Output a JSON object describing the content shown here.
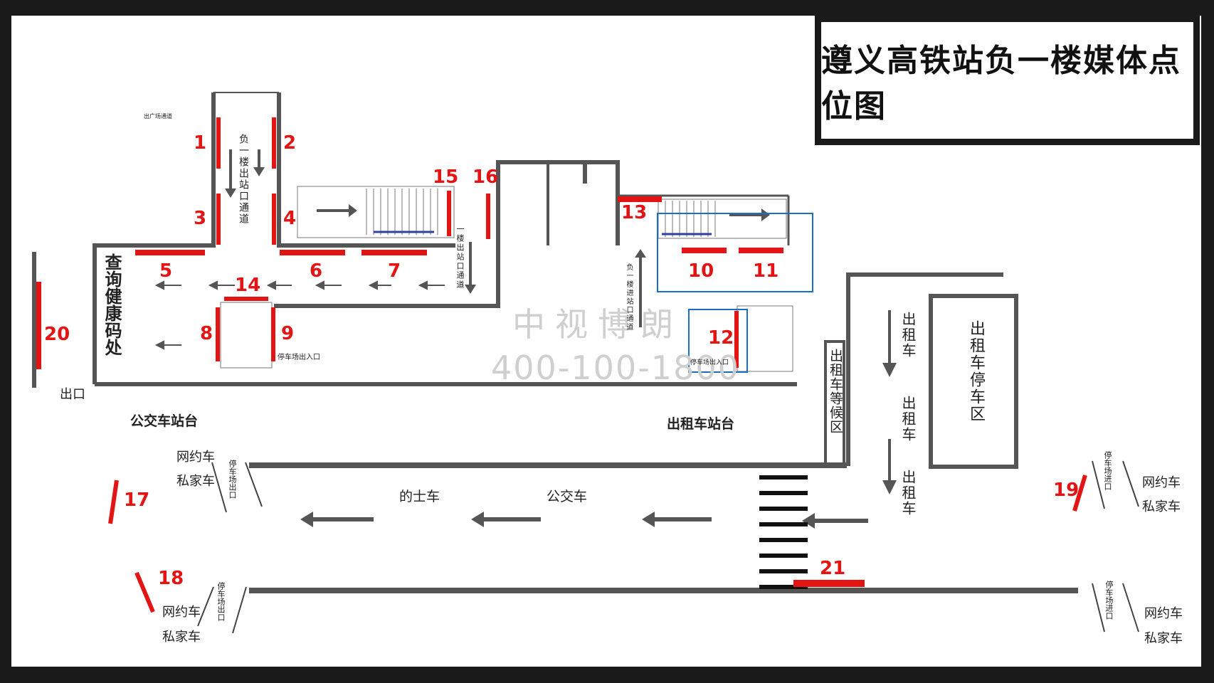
{
  "title": "遵义高铁站负一楼媒体点位图",
  "watermark": {
    "line1": "中视博朗",
    "line2": "400-100-1800"
  },
  "labels": {
    "exit_channel": "负一楼出站口通道",
    "exit_channel_1f": "一楼出站口通道",
    "entry_channel": "负一楼进站口通道",
    "health_code": "查询健康码处",
    "exit": "出口",
    "bus_platform": "公交车站台",
    "taxi_platform": "出租车站台",
    "taxi_wait": "出租车等候区",
    "taxi_parking": "出租车停车区",
    "taxi_1": "出租车",
    "taxi_2": "出租车",
    "taxi_3": "出租车",
    "parking_entry_9": "停车场出入口",
    "parking_entry_12": "停车场出入口",
    "ride_hail": "网约车",
    "private_car": "私家车",
    "parking_exit": "停车场出口",
    "parking_entry": "停车场进口",
    "lane_taxi": "的士车",
    "lane_bus": "公交车",
    "small_note": "出广场通道"
  },
  "points": [
    "1",
    "2",
    "3",
    "4",
    "5",
    "6",
    "7",
    "8",
    "9",
    "10",
    "11",
    "12",
    "13",
    "14",
    "15",
    "16",
    "17",
    "18",
    "19",
    "20",
    "21"
  ],
  "colors": {
    "media": "#e31414",
    "highlight": "#1a6fc4",
    "wall": "#555555"
  }
}
